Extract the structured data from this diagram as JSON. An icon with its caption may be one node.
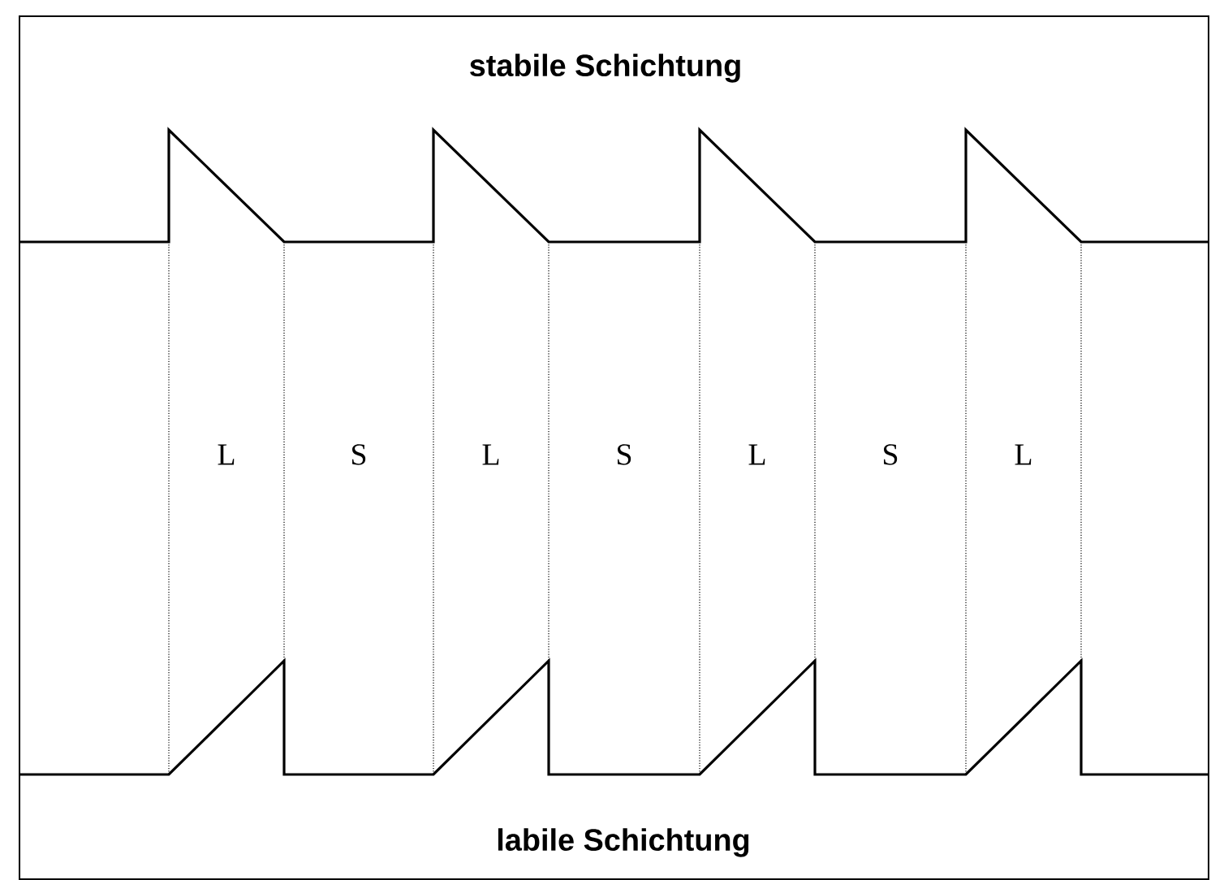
{
  "diagram": {
    "labels": [
      "stabile Schichtung",
      "L",
      "S",
      "L",
      "S",
      "L",
      "S",
      "L",
      "labile Schichtung"
    ]
  }
}
